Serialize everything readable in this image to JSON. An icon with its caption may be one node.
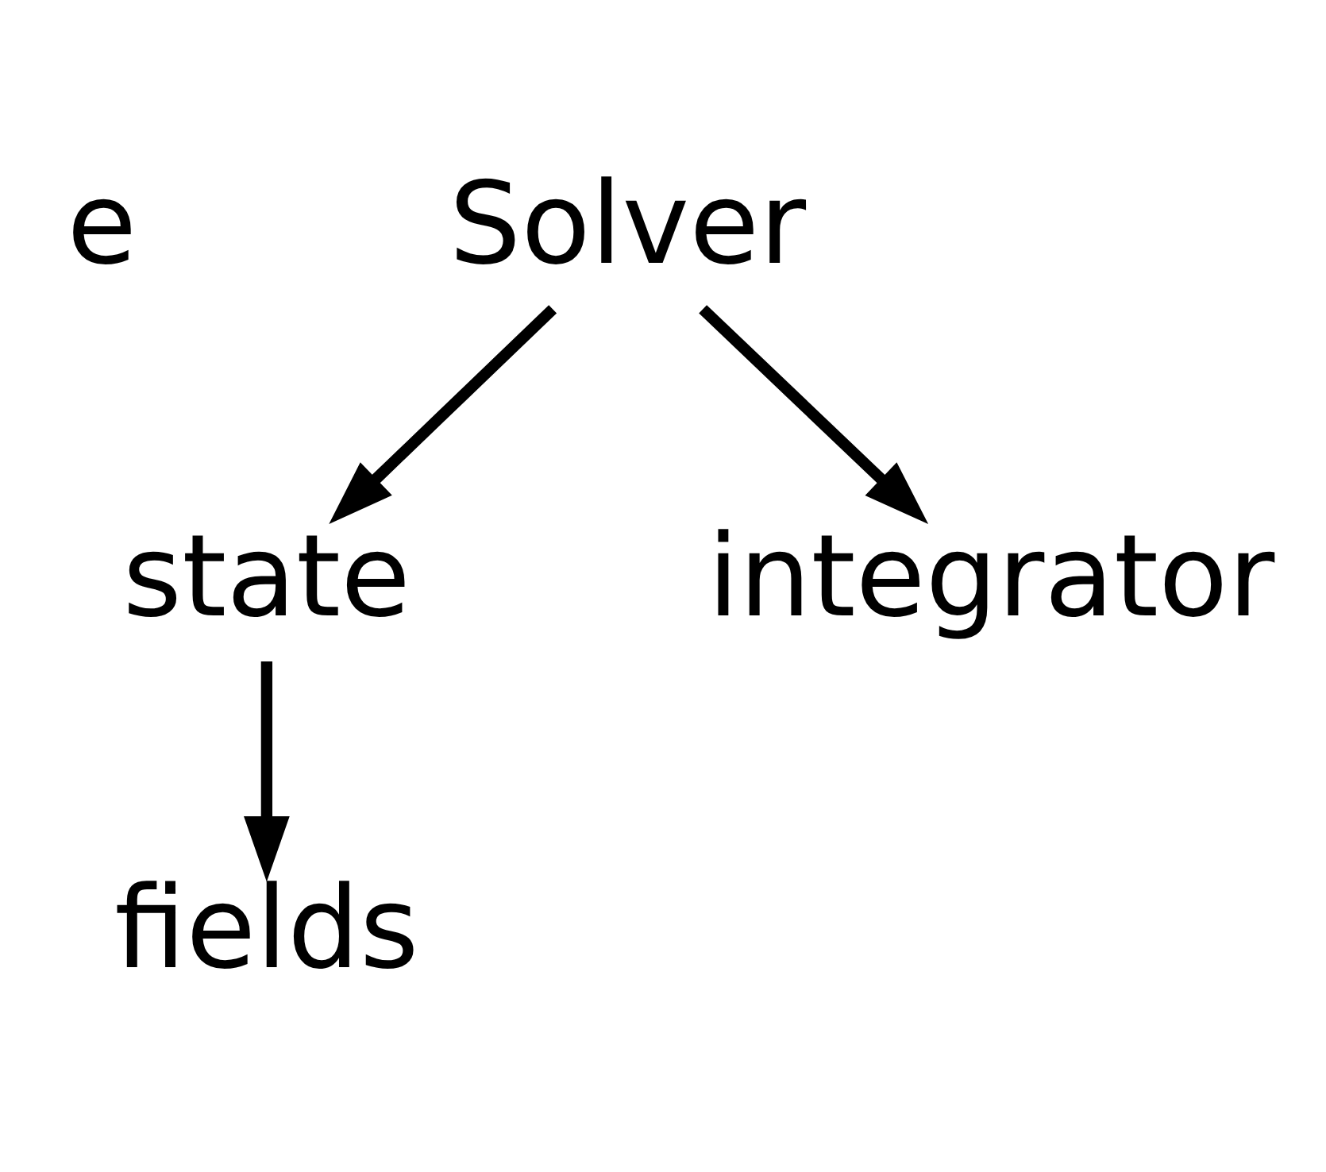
{
  "diagram": {
    "nodes": [
      {
        "text": [
          "Solver"
        ]
      },
      {
        "text": [
          "state"
        ]
      },
      {
        "text": [
          "integrator"
        ]
      },
      {
        "text": [
          "fields"
        ]
      }
    ],
    "edges": [
      {
        "from": 0,
        "to": 1,
        "arrow": "to"
      },
      {
        "from": 0,
        "to": 2,
        "arrow": "to"
      },
      {
        "from": 1,
        "to": 3,
        "arrow": "to"
      }
    ],
    "labels": [
      "e"
    ]
  }
}
